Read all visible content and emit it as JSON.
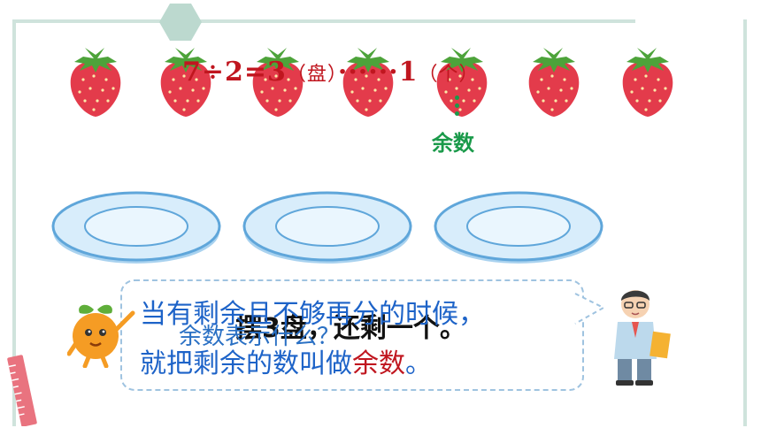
{
  "formula": {
    "dividend": "7",
    "divide_sign": "÷",
    "divisor": "2",
    "equals": "=",
    "quotient": "3",
    "quotient_unit": "（盘）",
    "dots": "······",
    "remainder": "1",
    "remainder_unit": "（个）"
  },
  "remainder_label": "余数",
  "bubble": {
    "back_text": "摆3盘，还剩一个。",
    "question_text": "余数表示什么？",
    "line1": "当有剩余且不够再分的时候，",
    "line2_prefix": "就把剩余的数叫做",
    "line2_keyword": "余数",
    "line2_suffix": "。"
  },
  "colors": {
    "formula": "#c0161f",
    "remainder_label": "#1a9a4a",
    "bubble_text": "#1d63c8",
    "keyword": "#c0161f",
    "frame": "#cfe3dc"
  },
  "counts": {
    "strawberries": 7,
    "plates": 3
  }
}
